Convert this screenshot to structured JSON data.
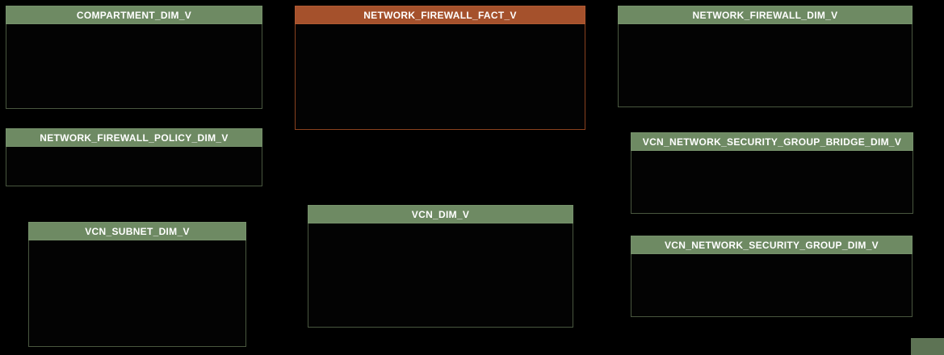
{
  "diagram": {
    "background_color": "#000000",
    "colors": {
      "dimension_header": "#6e8a63",
      "dimension_border": "#49573f",
      "fact_header": "#a5512c",
      "fact_border": "#8a421f",
      "header_text": "#ffffff",
      "fragment_fill": "#5d7354"
    },
    "tables": [
      {
        "name": "COMPARTMENT_DIM_V",
        "type": "dimension"
      },
      {
        "name": "NETWORK_FIREWALL_FACT_V",
        "type": "fact"
      },
      {
        "name": "NETWORK_FIREWALL_DIM_V",
        "type": "dimension"
      },
      {
        "name": "NETWORK_FIREWALL_POLICY_DIM_V",
        "type": "dimension"
      },
      {
        "name": "VCN_NETWORK_SECURITY_GROUP_BRIDGE_DIM_V",
        "type": "dimension"
      },
      {
        "name": "VCN_SUBNET_DIM_V",
        "type": "dimension"
      },
      {
        "name": "VCN_DIM_V",
        "type": "dimension"
      },
      {
        "name": "VCN_NETWORK_SECURITY_GROUP_DIM_V",
        "type": "dimension"
      }
    ]
  }
}
